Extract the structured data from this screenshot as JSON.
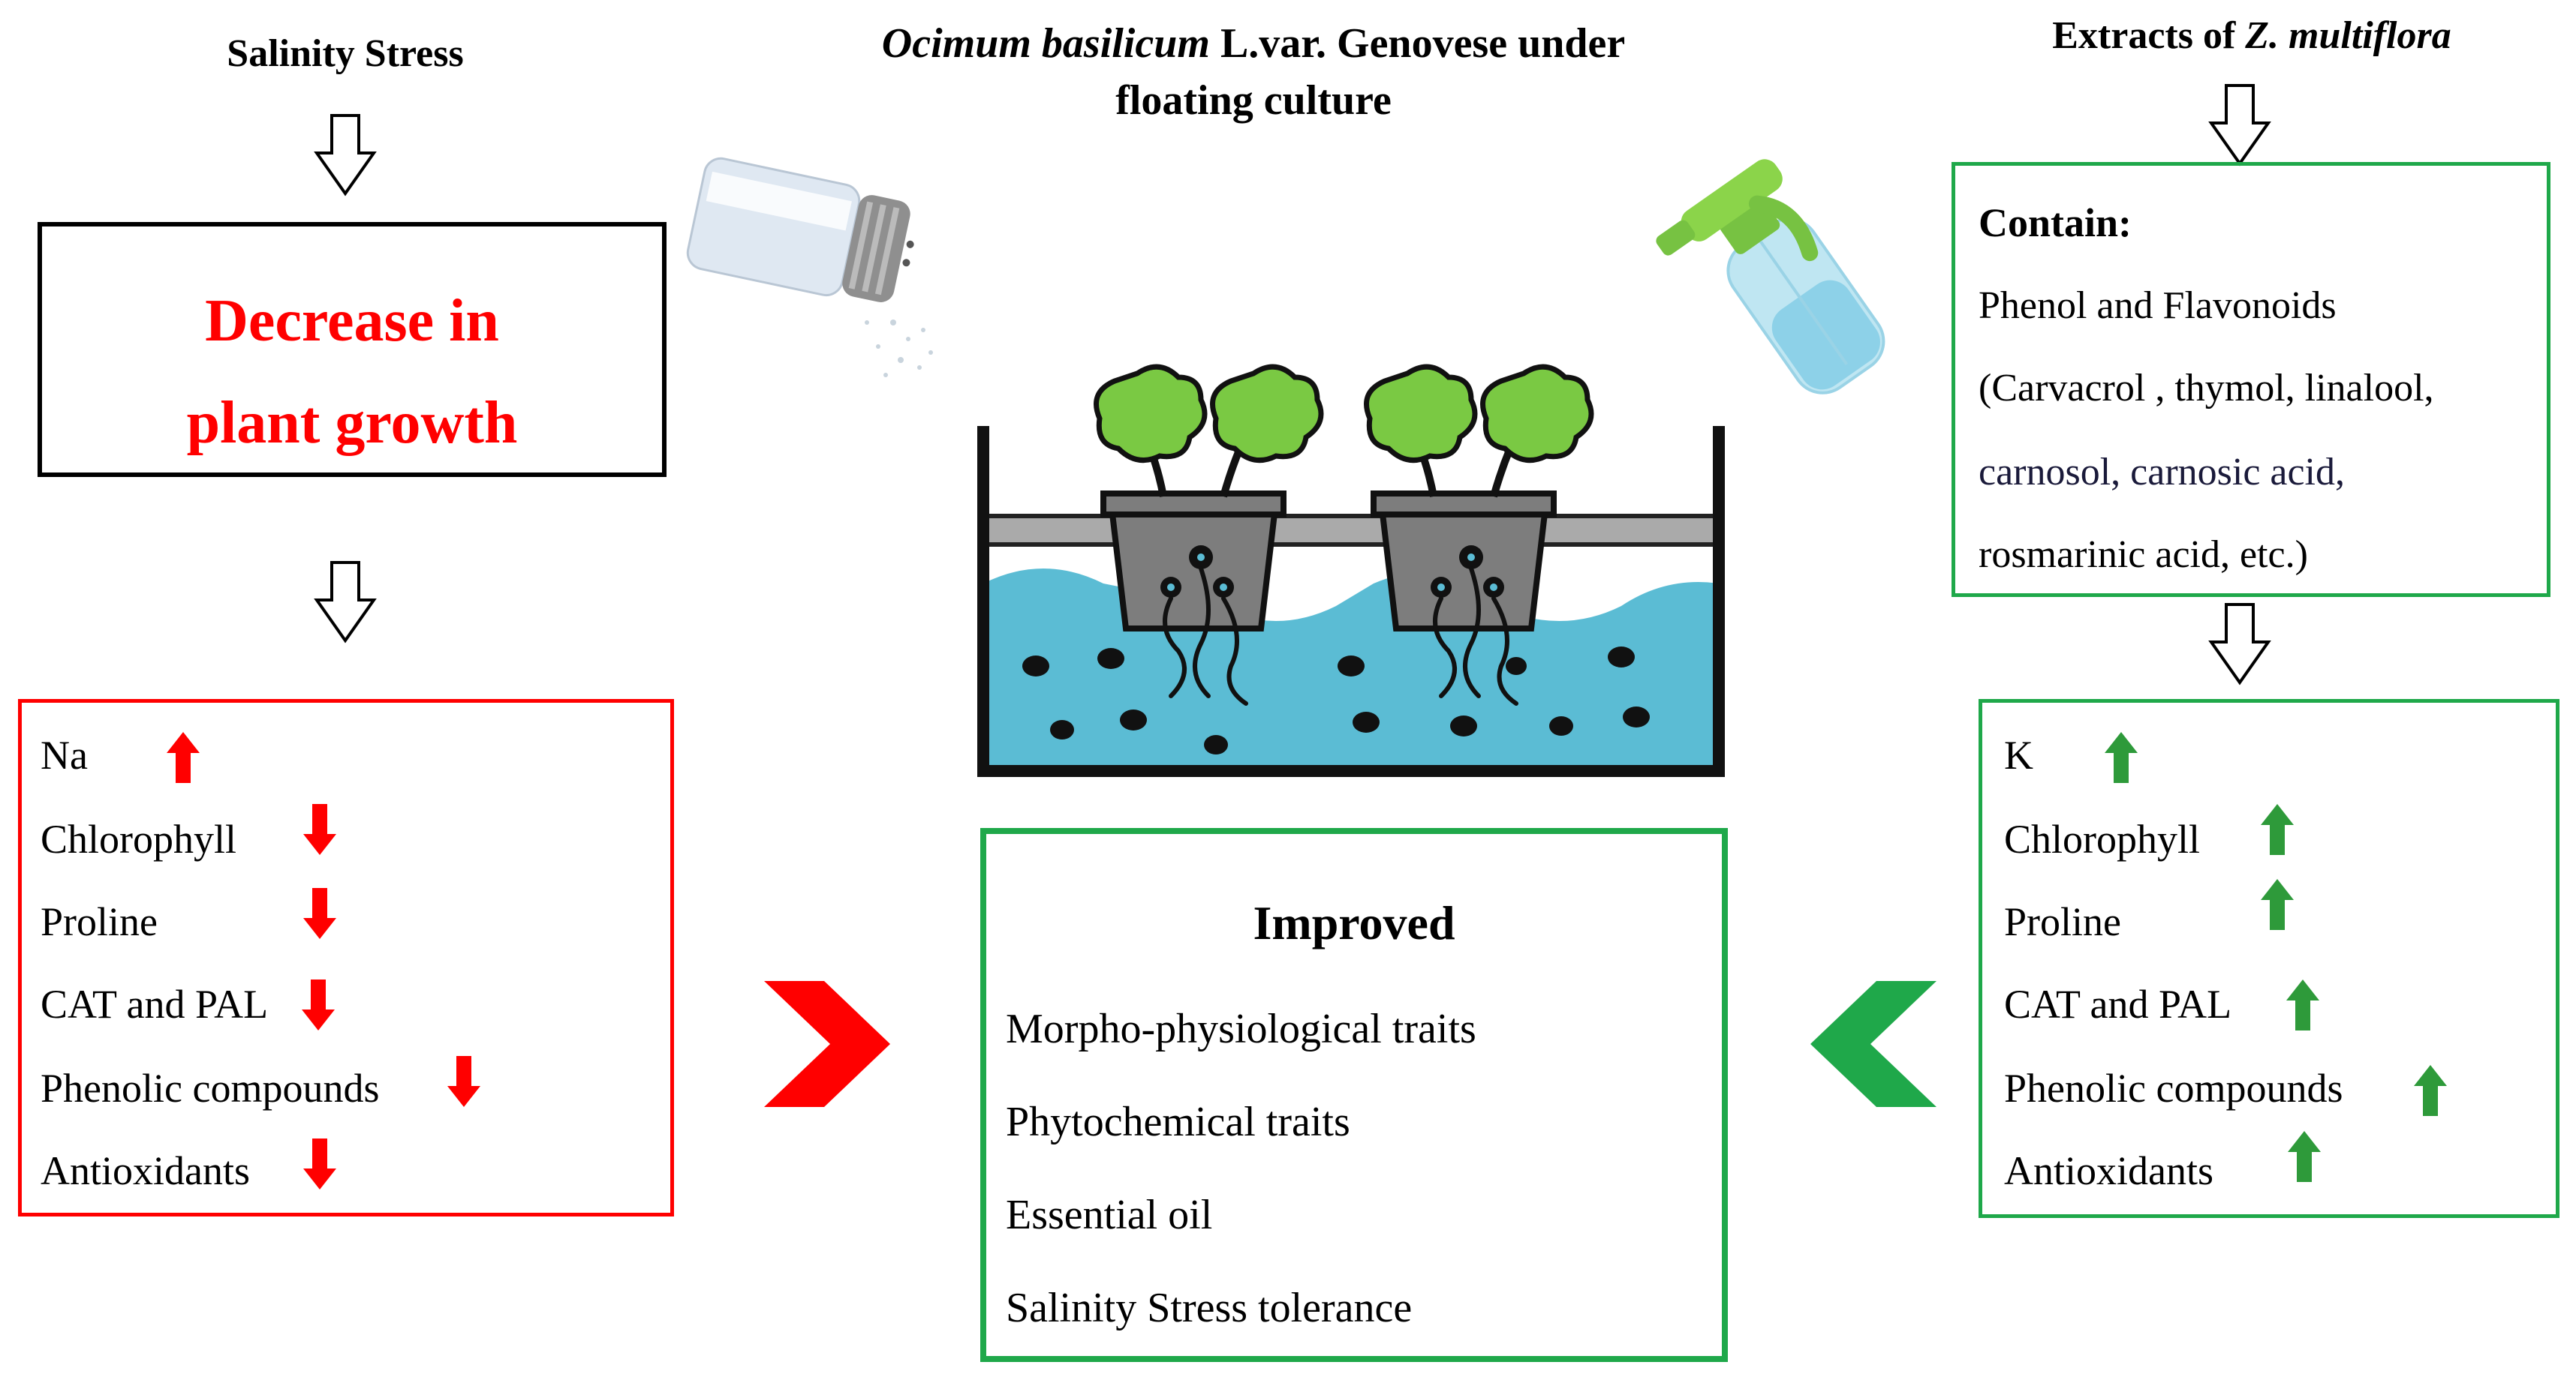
{
  "title": {
    "species": "Ocimum basilicum",
    "rest_line1": " L.var. Genovese under",
    "line2": "floating culture"
  },
  "left": {
    "heading": "Salinity Stress",
    "effect_line1": "Decrease in",
    "effect_line2": "plant growth",
    "items": [
      {
        "label": "Na",
        "trend": "up"
      },
      {
        "label": "Chlorophyll",
        "trend": "down"
      },
      {
        "label": "Proline",
        "trend": "down"
      },
      {
        "label": "CAT and PAL",
        "trend": "down"
      },
      {
        "label": "Phenolic compounds",
        "trend": "down"
      },
      {
        "label": "Antioxidants",
        "trend": "down"
      }
    ]
  },
  "right": {
    "heading_prefix": "Extracts of ",
    "heading_species": "Z. multiflora",
    "contain_title": "Contain:",
    "contain_lines": [
      "Phenol and Flavonoids",
      "(Carvacrol , thymol, linalool,",
      "carnosol, carnosic acid,",
      "rosmarinic acid, etc.)"
    ],
    "items": [
      {
        "label": "K",
        "trend": "up"
      },
      {
        "label": "Chlorophyll",
        "trend": "up"
      },
      {
        "label": "Proline",
        "trend": "up"
      },
      {
        "label": "CAT and PAL",
        "trend": "up"
      },
      {
        "label": "Phenolic compounds",
        "trend": "up"
      },
      {
        "label": "Antioxidants",
        "trend": "up"
      }
    ]
  },
  "center": {
    "improved_title": "Improved",
    "improved_items": [
      "Morpho-physiological traits",
      "Phytochemical traits",
      "Essential oil",
      "Salinity Stress tolerance"
    ]
  },
  "colors": {
    "red": "#ff0000",
    "green": "#1fa84a",
    "arrow_green": "#2e9a3a",
    "water": "#5bbcd4",
    "leaf": "#7ac943"
  },
  "icons": [
    "salt-shaker-icon",
    "spray-bottle-icon",
    "hydroponic-tank-icon"
  ]
}
